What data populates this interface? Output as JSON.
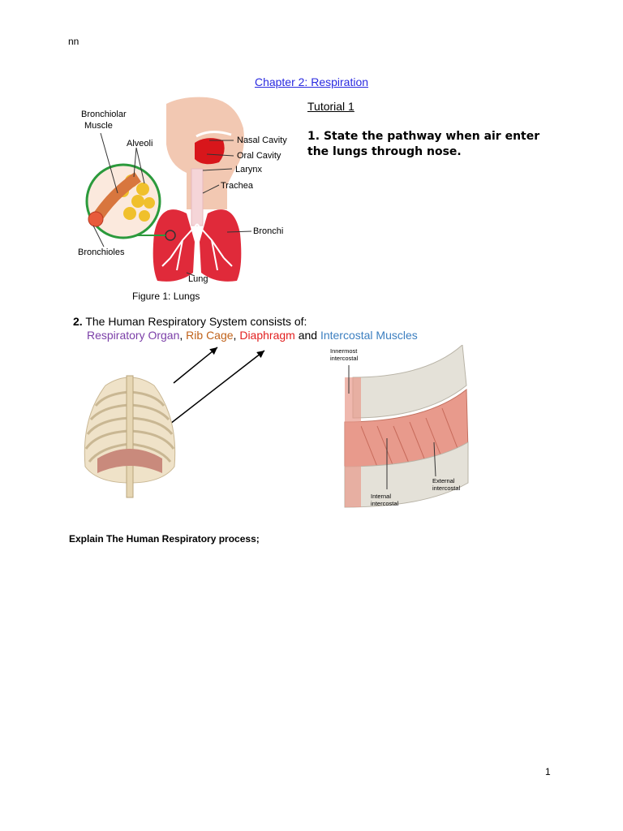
{
  "header": {
    "text": "nn"
  },
  "chapter": {
    "title": "Chapter 2: Respiration"
  },
  "tutorial": {
    "title": "Tutorial 1"
  },
  "question1": {
    "number": "1.",
    "text": "State the pathway when air enter the lungs through nose."
  },
  "figure1": {
    "caption": "Figure 1: Lungs",
    "labels": {
      "bronchiolar_muscle_1": "Bronchiolar",
      "bronchiolar_muscle_2": "Muscle",
      "alveoli": "Alveoli",
      "nasal_cavity": "Nasal Cavity",
      "oral_cavity": "Oral Cavity",
      "larynx": "Larynx",
      "trachea": "Trachea",
      "bronchi": "Bronchi",
      "bronchioles": "Bronchioles",
      "lung": "Lung"
    }
  },
  "question2": {
    "number": "2.",
    "intro": "The Human Respiratory System consists of:",
    "components": {
      "organ": "Respiratory Organ",
      "sep1": ", ",
      "rib": "Rib Cage",
      "sep2": ", ",
      "diaphragm": "Diaphragm",
      "and": " and ",
      "intercostal": "Intercostal Muscles"
    }
  },
  "intercostal_figure": {
    "labels": {
      "innermost_1": "Innermost",
      "innermost_2": "intercostal",
      "external_1": "External",
      "external_2": "intercostal",
      "internal_1": "Internal",
      "internal_2": "intercostal"
    }
  },
  "explain": {
    "text": "Explain The Human Respiratory process;"
  },
  "page": {
    "number": "1"
  },
  "colors": {
    "chapter_link": "#2a2ae0",
    "respiratory_organ": "#7b3fa8",
    "rib_cage": "#c0621a",
    "diaphragm": "#e21f1f",
    "intercostal_muscles": "#3c7fc0"
  }
}
